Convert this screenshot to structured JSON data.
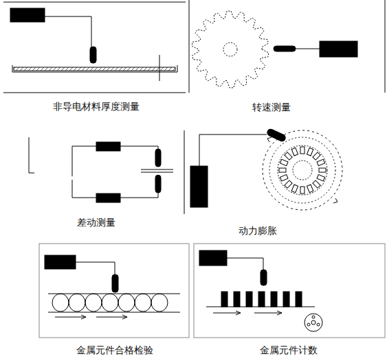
{
  "diagram": {
    "labels": [
      "非导电材料厚度测量",
      "转速测量",
      "差动测量",
      "动力膨胀",
      "金属元件合格检验",
      "金属元件计数"
    ]
  }
}
